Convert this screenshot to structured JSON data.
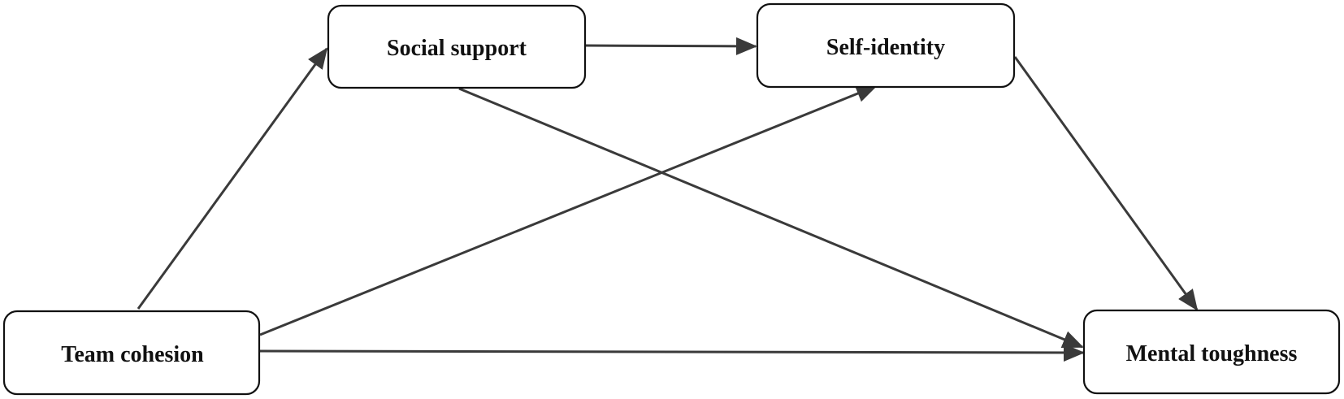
{
  "nodes": {
    "social_support": "Social support",
    "self_identity": "Self-identity",
    "team_cohesion": "Team cohesion",
    "mental_toughness": "Mental toughness"
  },
  "edges": [
    {
      "from": "team_cohesion",
      "to": "social_support"
    },
    {
      "from": "social_support",
      "to": "self_identity"
    },
    {
      "from": "team_cohesion",
      "to": "self_identity"
    },
    {
      "from": "social_support",
      "to": "mental_toughness"
    },
    {
      "from": "self_identity",
      "to": "mental_toughness"
    },
    {
      "from": "team_cohesion",
      "to": "mental_toughness"
    }
  ],
  "colors": {
    "edge": "#3a3a3a",
    "border": "#111111",
    "background": "#ffffff"
  }
}
